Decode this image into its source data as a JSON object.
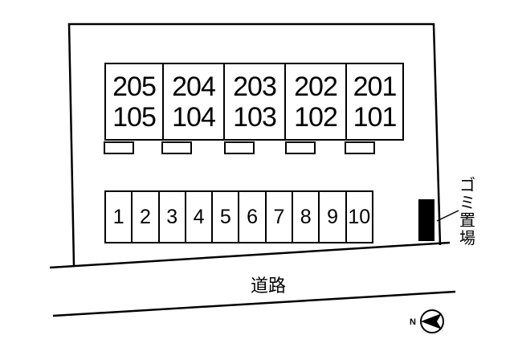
{
  "units": [
    {
      "upper": "205",
      "lower": "105"
    },
    {
      "upper": "204",
      "lower": "104"
    },
    {
      "upper": "203",
      "lower": "103"
    },
    {
      "upper": "202",
      "lower": "102"
    },
    {
      "upper": "201",
      "lower": "101"
    }
  ],
  "parking": [
    "1",
    "2",
    "3",
    "4",
    "5",
    "6",
    "7",
    "8",
    "9",
    "10"
  ],
  "garbage_label": [
    "ゴ",
    "ミ",
    "置",
    "場"
  ],
  "road_label": "道路",
  "compass": {
    "label": "N",
    "icon": "north-arrow-icon"
  }
}
